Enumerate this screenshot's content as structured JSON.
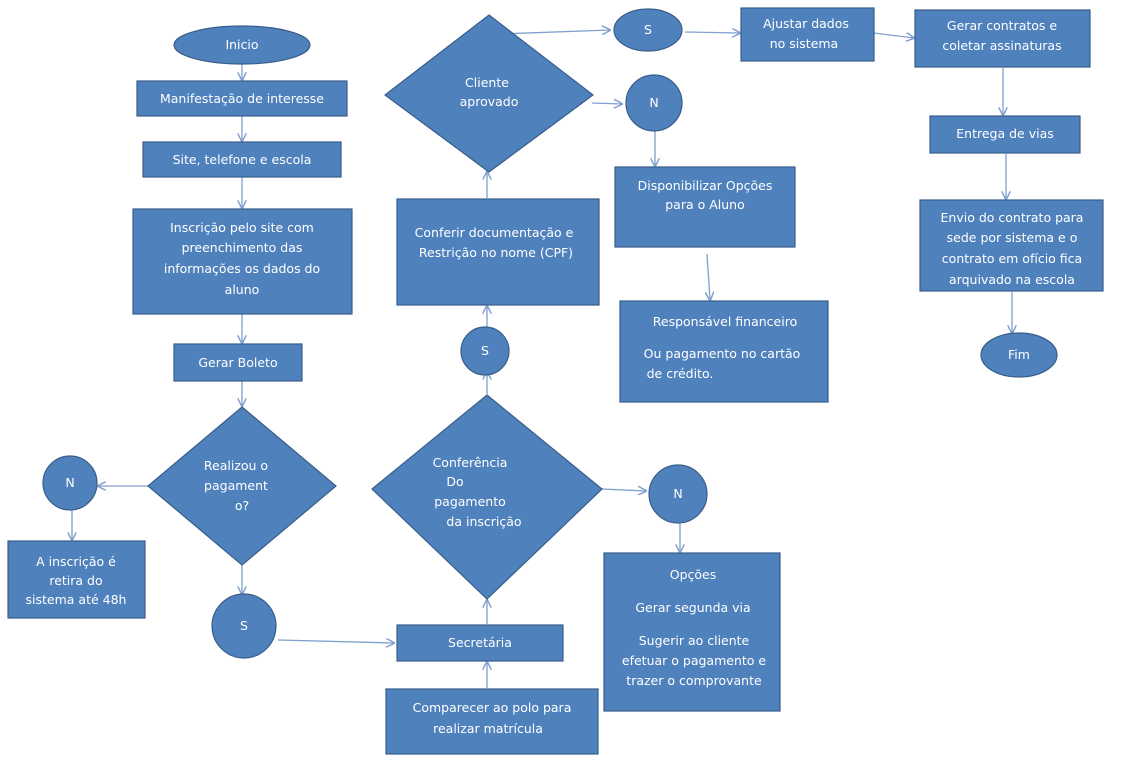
{
  "nodes": {
    "inicio": "Inicio",
    "manifestacao": "Manifestação de interesse",
    "site_telefone": "Site, telefone  e escola",
    "inscricao_site": [
      "Inscrição pelo site com",
      "preenchimento das",
      "informações os dados do",
      "aluno"
    ],
    "gerar_boleto": "Gerar Boleto",
    "realizou_pagamento": [
      "Realizou o",
      "pagament",
      "o?"
    ],
    "n_left": "N",
    "inscricao_retirada": [
      "A inscrição é",
      "retira do",
      "sistema até 48h"
    ],
    "s_bottom": "S",
    "secretaria": "Secretária",
    "comparecer_polo": [
      "Comparecer ao polo para",
      "realizar matrícula"
    ],
    "conferencia_pagamento": [
      "Conferência",
      "Do",
      "pagamento",
      "da inscrição"
    ],
    "s_middle": "S",
    "n_middle": "N",
    "opcoes": [
      "Opções",
      "Gerar segunda via",
      "Sugerir ao cliente",
      "efetuar o pagamento e",
      "trazer o comprovante"
    ],
    "conferir_documentacao": [
      "Conferir documentação e",
      "Restrição no nome (CPF)"
    ],
    "cliente_aprovado": [
      "Cliente",
      "aprovado"
    ],
    "s_top": "S",
    "n_top": "N",
    "disponibilizar_opcoes": [
      "Disponibilizar Opções",
      "para o Aluno"
    ],
    "responsavel_financeiro": [
      "Responsável financeiro",
      "Ou pagamento no cartão",
      "de crédito."
    ],
    "ajustar_dados": [
      "Ajustar dados",
      "no sistema"
    ],
    "gerar_contratos": [
      "Gerar contratos  e",
      "coletar assinaturas"
    ],
    "entrega_vias": "Entrega de vias",
    "envio_contrato": [
      "Envio do contrato para",
      "sede por sistema e o",
      "contrato em ofício fica",
      "arquivado na escola"
    ],
    "fim": "Fim"
  },
  "colors": {
    "fill": "#4f81bd",
    "stroke": "#385d8a",
    "connector": "#7f9fce",
    "text": "#ffffff"
  }
}
